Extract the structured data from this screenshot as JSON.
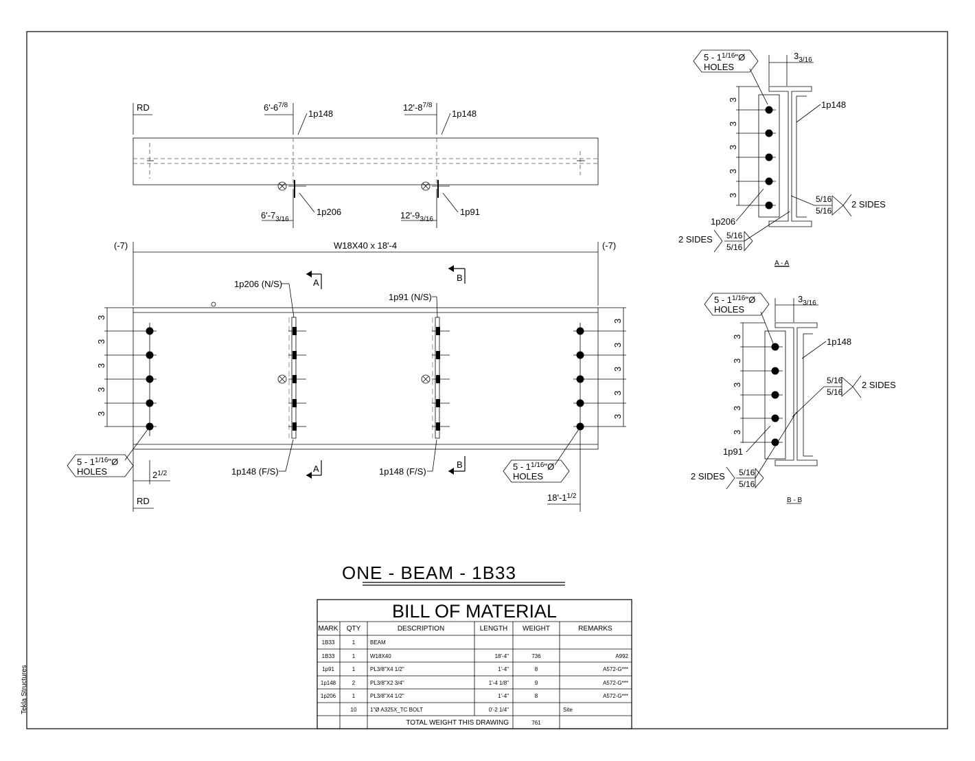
{
  "drawing": {
    "title": "ONE - BEAM - 1B33",
    "watermark": "Tekla Structures"
  },
  "top_view": {
    "rd_label": "RD",
    "dims_top": [
      "6'-6",
      "7/8",
      "12'-8",
      "7/8"
    ],
    "dims_bottom": [
      "6'-7",
      "3/16",
      "12'-9",
      "3/16"
    ],
    "part_labels": [
      "1p148",
      "1p148",
      "1p206",
      "1p91"
    ]
  },
  "elevation": {
    "profile": "W18X40 x 18'-4",
    "left_offset": "(-7)",
    "right_offset": "(-7)",
    "section_marks": [
      "A",
      "B",
      "A",
      "B"
    ],
    "labels_top": [
      "1p206 (N/S)",
      "1p91 (N/S)"
    ],
    "labels_bottom": [
      "1p148 (F/S)",
      "1p148 (F/S)"
    ],
    "spacing": "3",
    "holes_left": [
      "5 - 1",
      "1/16",
      "\"Ø",
      "HOLES"
    ],
    "holes_right": [
      "5 - 1",
      "1/16",
      "\"Ø",
      "HOLES"
    ],
    "dim_left": [
      "2",
      "1/2"
    ],
    "dim_right": [
      "18'-1",
      "1/2"
    ],
    "rd_label": "RD"
  },
  "section_aa": {
    "holes": [
      "5 - 1",
      "1/16",
      "\"Ø",
      "HOLES"
    ],
    "dim": [
      "3",
      "3/16"
    ],
    "part_top": "1p148",
    "part_bottom": "1p206",
    "weld_sides": "2 SIDES",
    "weld_size": "5/16",
    "spacing": "3",
    "caption": "A - A"
  },
  "section_bb": {
    "holes": [
      "5 - 1",
      "1/16",
      "\"Ø",
      "HOLES"
    ],
    "dim": [
      "3",
      "3/16"
    ],
    "part_top": "1p148",
    "part_bottom": "1p91",
    "weld_sides": "2 SIDES",
    "weld_size": "5/16",
    "spacing": "3",
    "caption": "B - B"
  },
  "bom": {
    "title": "BILL OF MATERIAL",
    "headers": [
      "MARK",
      "QTY",
      "DESCRIPTION",
      "LENGTH",
      "WEIGHT",
      "REMARKS"
    ],
    "rows": [
      [
        "1B33",
        "1",
        "BEAM",
        "",
        "",
        ""
      ],
      [
        "1B33",
        "1",
        "W18X40",
        "18'-4\"",
        "736",
        "A992"
      ],
      [
        "1p91",
        "1",
        "PL3/8\"X4 1/2\"",
        "1'-4\"",
        "8",
        "A572-G***"
      ],
      [
        "1p148",
        "2",
        "PL3/8\"X2 3/4\"",
        "1'-4 1/8\"",
        "9",
        "A572-G***"
      ],
      [
        "1p206",
        "1",
        "PL3/8\"X4 1/2\"",
        "1'-4\"",
        "8",
        "A572-G***"
      ],
      [
        "",
        "10",
        "1\"Ø A325X_TC BOLT",
        "0'-2 1/4\"",
        "",
        "Site"
      ]
    ],
    "total_label": "TOTAL WEIGHT THIS DRAWING",
    "total_value": "761"
  }
}
